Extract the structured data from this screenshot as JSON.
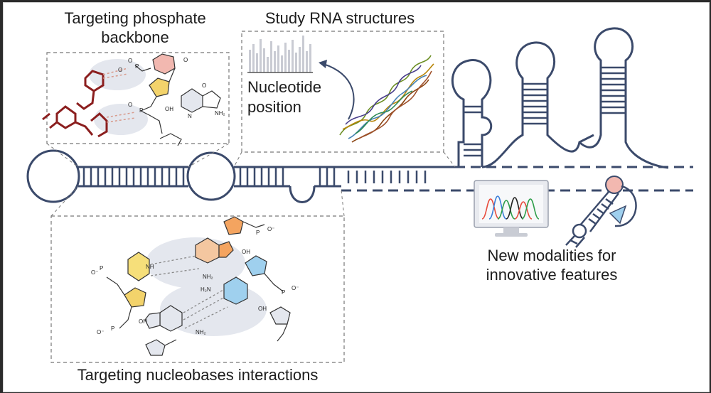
{
  "panels": {
    "phosphate": {
      "title_line1": "Targeting phosphate",
      "title_line2": "backbone"
    },
    "structures": {
      "title": "Study RNA structures",
      "axis_line1": "Nucleotide",
      "axis_line2": "position"
    },
    "nucleobases": {
      "title": "Targeting nucleobases interactions"
    },
    "modalities": {
      "line1": "New modalities for",
      "line2": "innovative features"
    }
  },
  "chem_labels": {
    "oh": "OH",
    "nh": "NH",
    "nh2": "NH₂",
    "h2n": "H₂N",
    "o": "O",
    "o_minus": "O⁻",
    "p": "P",
    "n": "N"
  },
  "colors": {
    "rna_backbone": "#3b4a6b",
    "pyrimidine_pink": "#f2b8b0",
    "purine_orange": "#f4a460",
    "ribose_yellow": "#f3d36b",
    "uracil_yellow": "#f6df7a",
    "cytosine_blue": "#9fd0ee",
    "ligand_red": "#8b1e1e",
    "chromatogram": [
      "#e84b3c",
      "#3a7dd8",
      "#2e9e4b",
      "#222222"
    ]
  }
}
